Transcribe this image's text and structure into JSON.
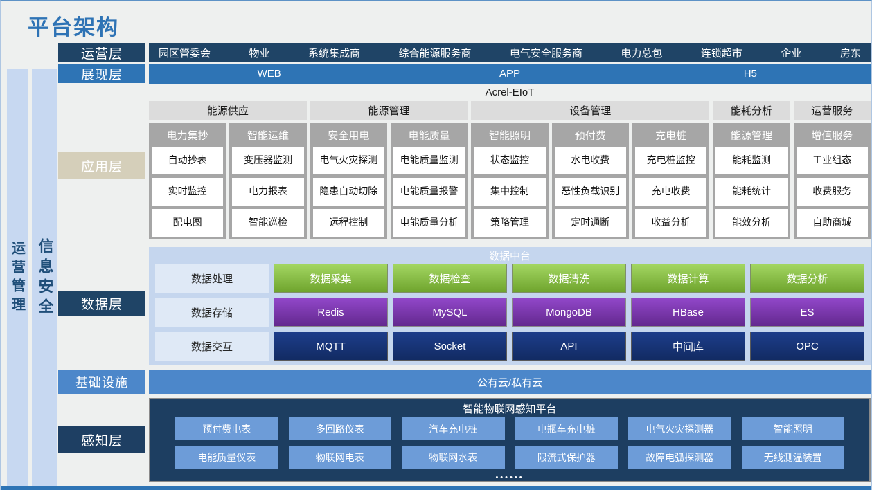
{
  "title": "平台架构",
  "side_bars": [
    {
      "label": "运营管理"
    },
    {
      "label": "信息安全"
    }
  ],
  "layers": {
    "operation": {
      "label": "运营层",
      "items": [
        "园区管委会",
        "物业",
        "系统集成商",
        "综合能源服务商",
        "电气安全服务商",
        "电力总包",
        "连锁超市",
        "企业",
        "房东"
      ]
    },
    "presentation": {
      "label": "展现层",
      "items": [
        "WEB",
        "APP",
        "H5"
      ]
    },
    "application": {
      "label": "应用层",
      "platform": "Acrel-EIoT",
      "groups": [
        {
          "label": "能源供应",
          "span": 2
        },
        {
          "label": "能源管理",
          "span": 2
        },
        {
          "label": "设备管理",
          "span": 3
        },
        {
          "label": "能耗分析",
          "span": 1
        },
        {
          "label": "运营服务",
          "span": 1
        }
      ],
      "columns": [
        {
          "header": "电力集抄",
          "cells": [
            "自动抄表",
            "实时监控",
            "配电图"
          ]
        },
        {
          "header": "智能运维",
          "cells": [
            "变压器监测",
            "电力报表",
            "智能巡检"
          ]
        },
        {
          "header": "安全用电",
          "cells": [
            "电气火灾探测",
            "隐患自动切除",
            "远程控制"
          ]
        },
        {
          "header": "电能质量",
          "cells": [
            "电能质量监测",
            "电能质量报警",
            "电能质量分析"
          ]
        },
        {
          "header": "智能照明",
          "cells": [
            "状态监控",
            "集中控制",
            "策略管理"
          ]
        },
        {
          "header": "预付费",
          "cells": [
            "水电收费",
            "恶性负载识别",
            "定时通断"
          ]
        },
        {
          "header": "充电桩",
          "cells": [
            "充电桩监控",
            "充电收费",
            "收益分析"
          ]
        },
        {
          "header": "能源管理",
          "cells": [
            "能耗监测",
            "能耗统计",
            "能效分析"
          ]
        },
        {
          "header": "增值服务",
          "cells": [
            "工业组态",
            "收费服务",
            "自助商城"
          ]
        }
      ]
    },
    "data": {
      "label": "数据层",
      "platform": "数据中台",
      "rows": [
        {
          "label": "数据处理",
          "style": "green",
          "cells": [
            "数据采集",
            "数据检查",
            "数据清洗",
            "数据计算",
            "数据分析"
          ]
        },
        {
          "label": "数据存储",
          "style": "purple",
          "cells": [
            "Redis",
            "MySQL",
            "MongoDB",
            "HBase",
            "ES"
          ]
        },
        {
          "label": "数据交互",
          "style": "navy",
          "cells": [
            "MQTT",
            "Socket",
            "API",
            "中间库",
            "OPC"
          ]
        }
      ]
    },
    "infrastructure": {
      "label": "基础设施",
      "value": "公有云/私有云"
    },
    "perception": {
      "label": "感知层",
      "platform": "智能物联网感知平台",
      "rows": [
        [
          "预付费电表",
          "多回路仪表",
          "汽车充电桩",
          "电瓶车充电桩",
          "电气火灾探测器",
          "智能照明"
        ],
        [
          "电能质量仪表",
          "物联网电表",
          "物联网水表",
          "限流式保护器",
          "故障电弧探测器",
          "无线测温装置"
        ]
      ],
      "ellipsis": "••••••"
    }
  },
  "colors": {
    "accent_blue": "#2e74b5",
    "dark_navy": "#1f4466",
    "perception_navy": "#1d3e61",
    "medium_blue": "#4c87ca",
    "light_blue_panel": "#c5d6ee",
    "side_bar_blue": "#c7d8f1",
    "column_gray": "#a6a6a6",
    "beige_label": "#d5cfba",
    "green_cell": "#6fa42d",
    "purple_cell": "#63288e",
    "navy_cell": "#122b63",
    "perception_box_blue": "#6d9cd8"
  }
}
